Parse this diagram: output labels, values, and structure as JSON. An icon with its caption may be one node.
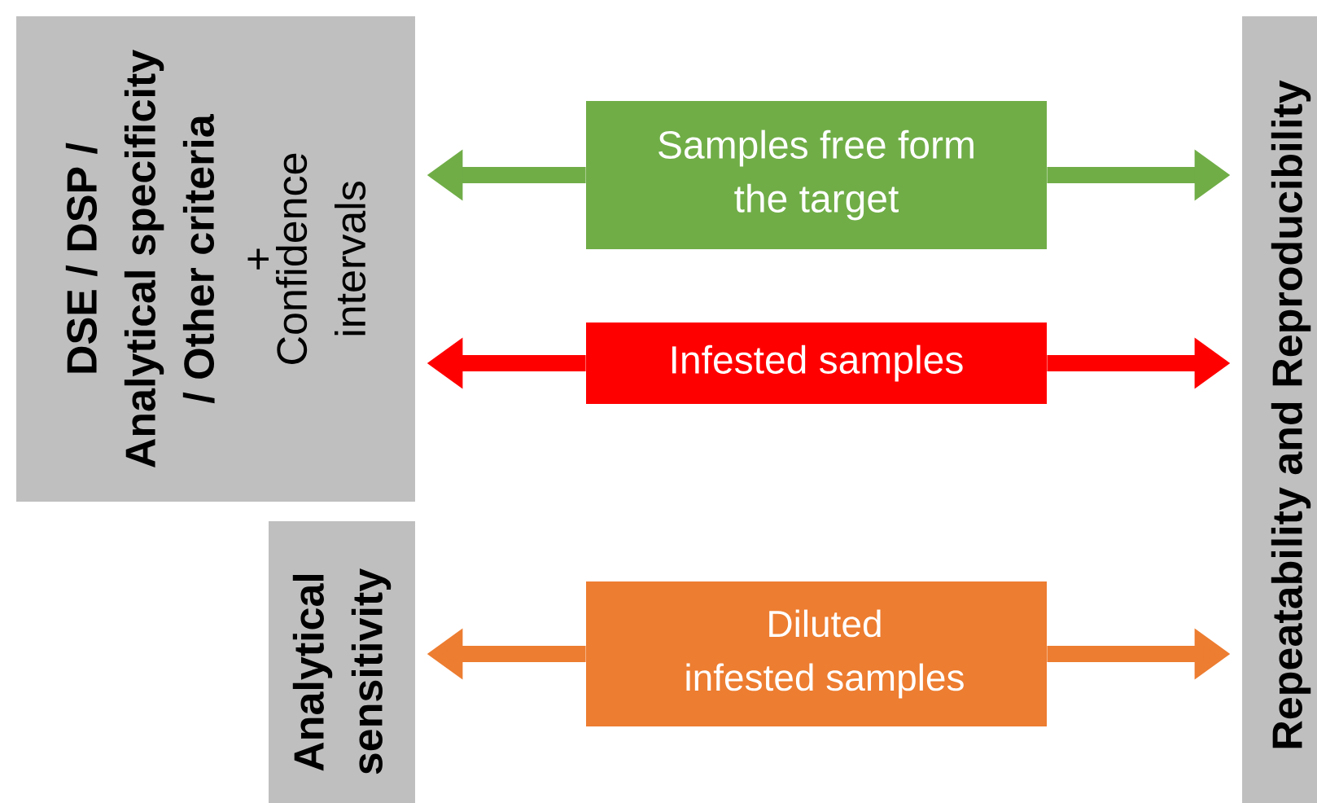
{
  "diagram": {
    "nodes": [
      {
        "text": [
          "DSE / DSP / Analytical specificity / Other criteria",
          "+",
          "Confidence intervals"
        ]
      },
      {
        "text": [
          "Samples free form the target"
        ]
      },
      {
        "text": [
          "Infested samples"
        ]
      },
      {
        "text": [
          "Analytical sensitivity"
        ]
      },
      {
        "text": [
          "Diluted infested samples"
        ]
      },
      {
        "text": [
          "Repeatability and Reproducibility"
        ]
      }
    ],
    "edges": [
      {
        "from": 1,
        "to": 0,
        "arrow": "to",
        "color": "#70ad47"
      },
      {
        "from": 1,
        "to": 5,
        "arrow": "to",
        "color": "#70ad47"
      },
      {
        "from": 2,
        "to": 0,
        "arrow": "to",
        "color": "#ff0000"
      },
      {
        "from": 2,
        "to": 5,
        "arrow": "to",
        "color": "#ff0000"
      },
      {
        "from": 4,
        "to": 3,
        "arrow": "to",
        "color": "#ed7d31"
      },
      {
        "from": 4,
        "to": 5,
        "arrow": "to",
        "color": "#ed7d31"
      }
    ]
  }
}
